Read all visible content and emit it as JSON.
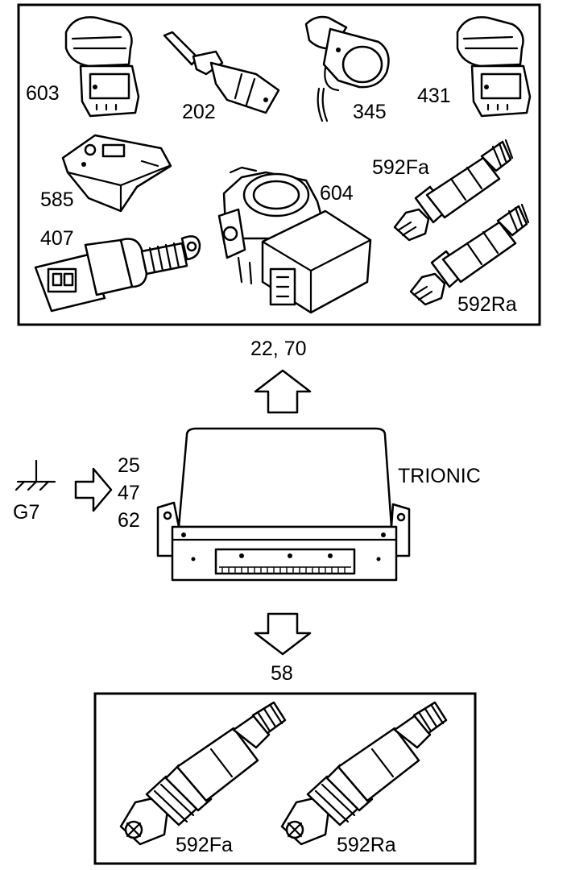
{
  "top_panel": {
    "components": {
      "c603": "603",
      "c202": "202",
      "c345": "345",
      "c431": "431",
      "c585": "585",
      "c604": "604",
      "c592fa": "592Fa",
      "c407": "407",
      "c592ra": "592Ra"
    }
  },
  "top_arrow_label": "22, 70",
  "input": {
    "ground": "G7",
    "pins": [
      "25",
      "47",
      "62"
    ]
  },
  "ecu_label": "TRIONIC",
  "bottom_arrow_label": "58",
  "bottom_panel": {
    "components": {
      "c592fa": "592Fa",
      "c592ra": "592Ra"
    }
  }
}
